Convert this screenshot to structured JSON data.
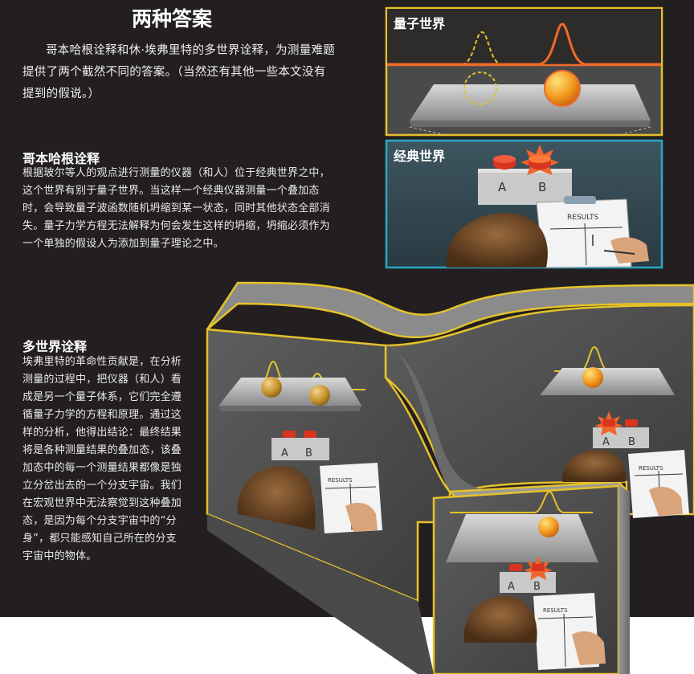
{
  "title": "两种答案",
  "intro": "哥本哈根诠释和休·埃弗里特的多世界诠释，为测量难题提供了两个截然不同的答案。（当然还有其他一些本文没有提到的假说。）",
  "copenhagen": {
    "heading": "哥本哈根诠释",
    "text": "根据玻尔等人的观点进行测量的仪器（和人）位于经典世界之中，这个世界有别于量子世界。当这样一个经典仪器测量一个叠加态时，会导致量子波函数随机坍缩到某一状态，同时其他状态全部消失。量子力学方程无法解释为何会发生这样的坍缩，坍缩必须作为一个单独的假设人为添加到量子理论之中。"
  },
  "manyworlds": {
    "heading": "多世界诠释",
    "text": "埃弗里特的革命性贡献是，在分析测量的过程中，把仪器（和人）看成是另一个量子体系，它们完全遵循量子力学的方程和原理。通过这样的分析，他得出结论：最终结果将是各种测量结果的叠加态，该叠加态中的每一个测量结果都像是独立分岔出去的一个分支宇宙。我们在宏观世界中无法察觉到这种叠加态，是因为每个分支宇宙中的“分身”，都只能感知自己所在的分支宇宙中的物体。"
  },
  "panels": {
    "quantum_label": "量子世界",
    "classical_label": "经典世界"
  },
  "device": {
    "label_a": "A",
    "label_b": "B",
    "results": "RESULTS"
  },
  "colors": {
    "background": "#231f20",
    "quantum_border": "#e5c22a",
    "classical_border": "#2aa7c9",
    "wave_orange": "#ef6a2b",
    "button_red": "#d8341f",
    "ball_orange": "#f39a1e",
    "branch_border": "#e5c22a"
  }
}
